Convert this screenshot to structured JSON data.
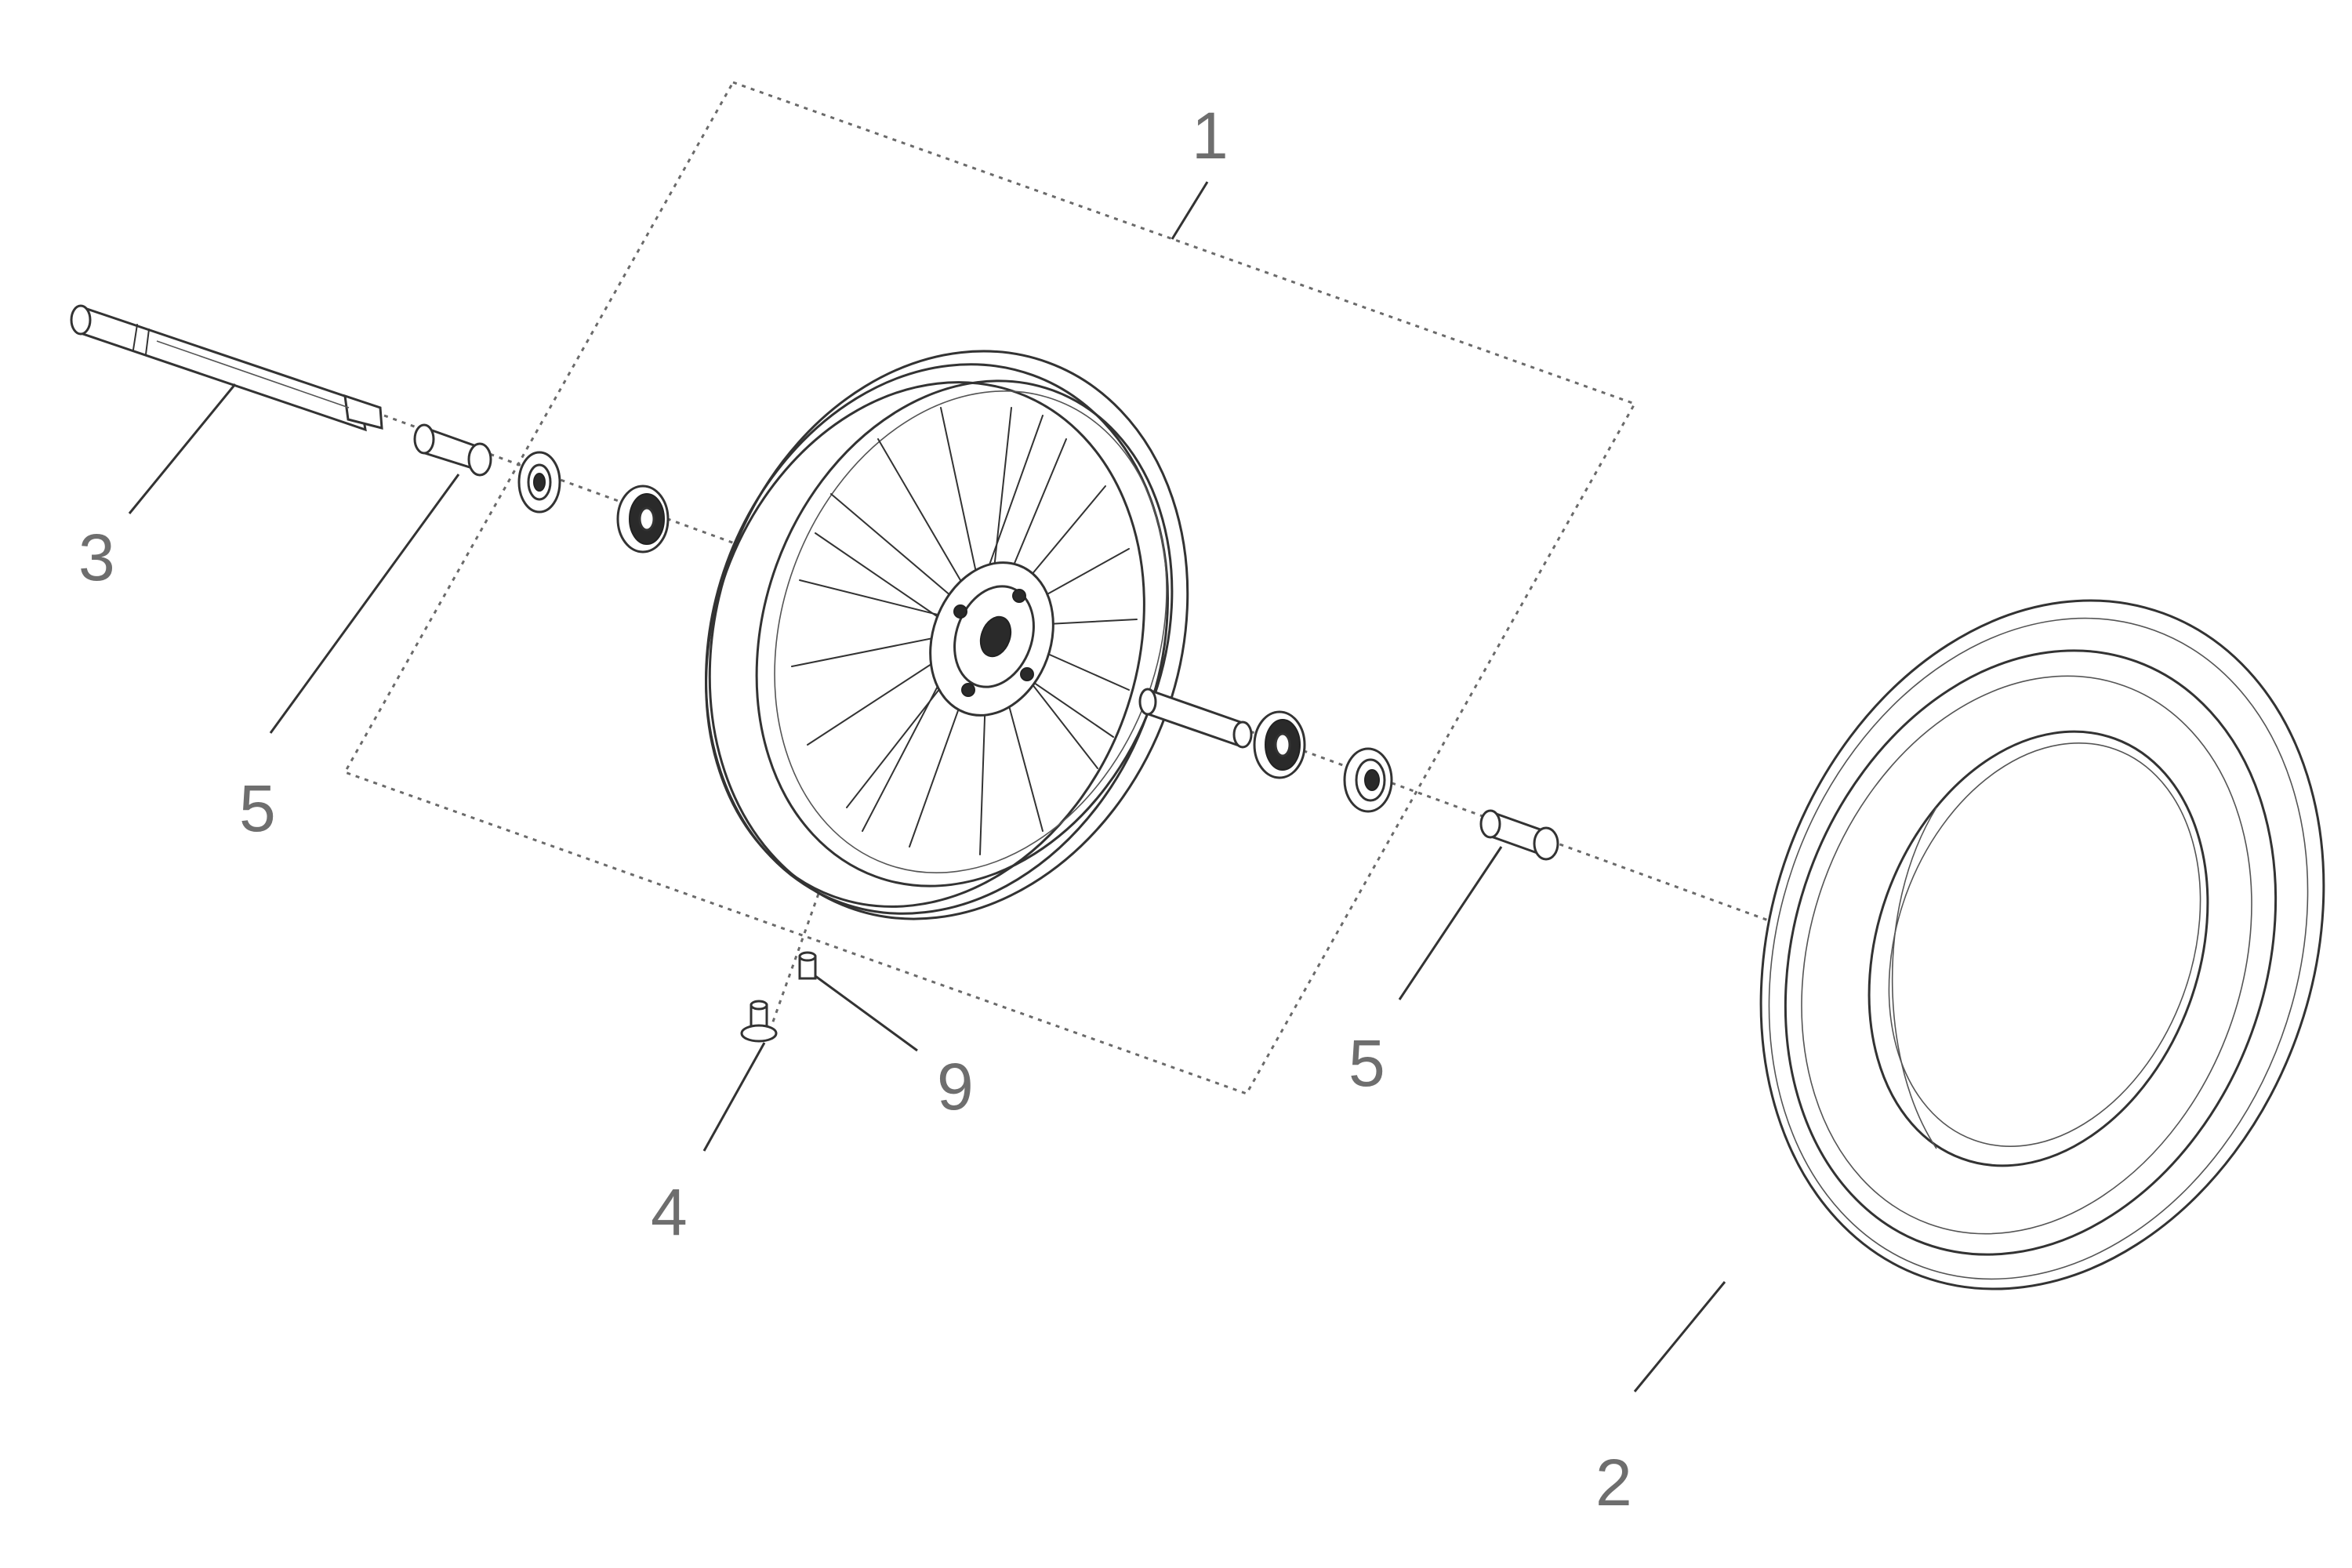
{
  "callouts": {
    "c1": "1",
    "c2": "2",
    "c3": "3",
    "c4": "4",
    "c5a": "5",
    "c5b": "5",
    "c9": "9"
  },
  "colors": {
    "line": "#333333",
    "dashed": "#6a6a6a",
    "callout_text": "#6e6e6e",
    "background": "#ffffff"
  }
}
